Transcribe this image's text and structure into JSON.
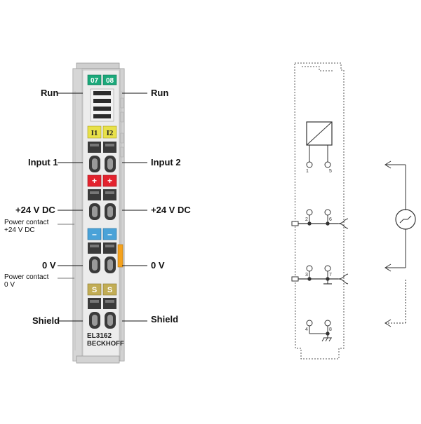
{
  "module": {
    "model": "EL3162",
    "brand": "BECKHOFF",
    "leds": {
      "run": [
        "07",
        "08"
      ],
      "input": [
        "I1",
        "I2"
      ],
      "plus": [
        "+",
        "+"
      ],
      "minus": [
        "–",
        "–"
      ],
      "shield": [
        "S",
        "S"
      ]
    }
  },
  "labels": {
    "run_left": "Run",
    "run_right": "Run",
    "input1": "Input 1",
    "input2": "Input 2",
    "p24_left": "+24 V DC",
    "p24_right": "+24 V DC",
    "power_contact_24_l1": "Power contact",
    "power_contact_24_l2": "+24 V DC",
    "zero_left": "0 V",
    "zero_right": "0 V",
    "power_contact_0_l1": "Power contact",
    "power_contact_0_l2": "0 V",
    "shield_left": "Shield",
    "shield_right": "Shield"
  },
  "schematic": {
    "pins": [
      "1",
      "5",
      "2",
      "6",
      "3",
      "7",
      "4",
      "8"
    ]
  },
  "colors": {
    "green": "#1aa97a",
    "yellow": "#e8e14a",
    "red": "#e3232e",
    "blue": "#4aa2d8",
    "tan": "#c2ad55",
    "orange": "#f5a21d",
    "body": "#e2e2e2"
  }
}
